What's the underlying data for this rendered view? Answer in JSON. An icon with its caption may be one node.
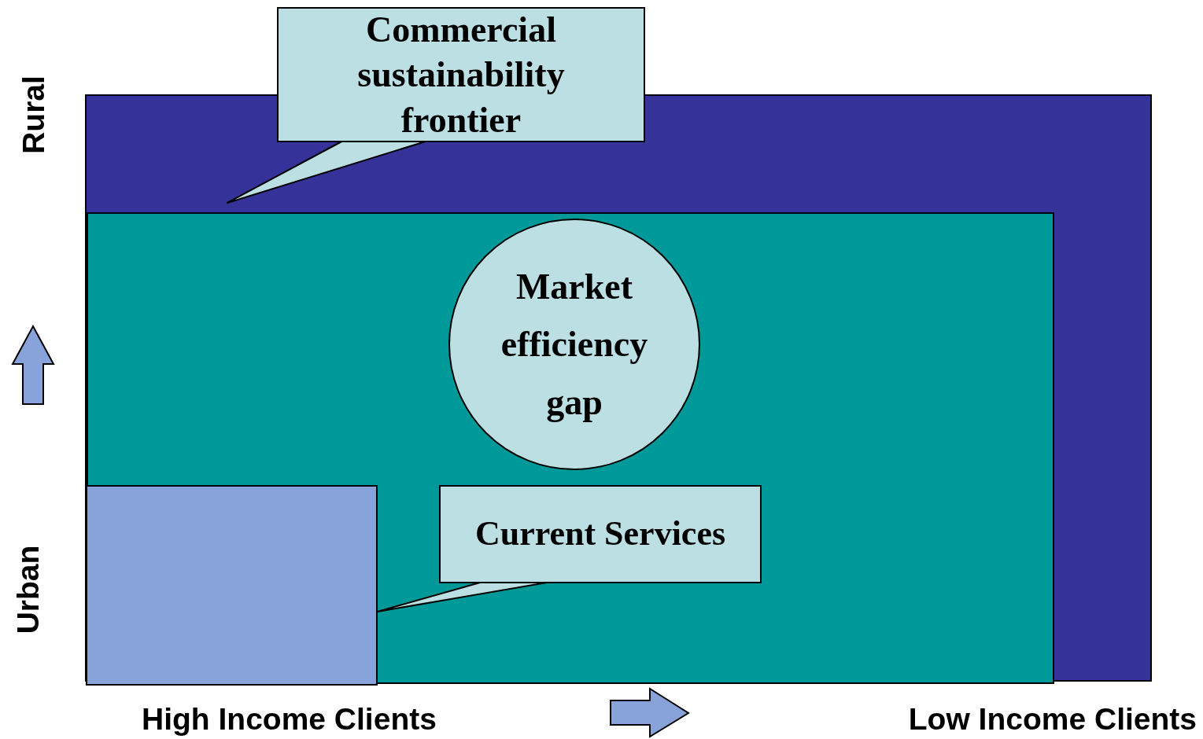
{
  "diagram": {
    "nodes": [
      {
        "text": [
          "Commercial sustainability frontier"
        ]
      },
      {
        "text": [],
        "shape": "box"
      },
      {
        "text": [],
        "shape": "box",
        "in": 1
      },
      {
        "text": [
          "Market efficiency gap"
        ],
        "in": 2
      },
      {
        "text": [],
        "shape": "box",
        "in": 2
      },
      {
        "text": [
          "Current Services"
        ],
        "in": 2
      }
    ],
    "edges": [
      {
        "from": 0,
        "to": 1,
        "arrow": "none"
      },
      {
        "from": 5,
        "to": 4,
        "arrow": "none"
      }
    ],
    "labels": [
      "Rural",
      "Urban",
      "High Income Clients",
      "Low Income Clients"
    ]
  }
}
